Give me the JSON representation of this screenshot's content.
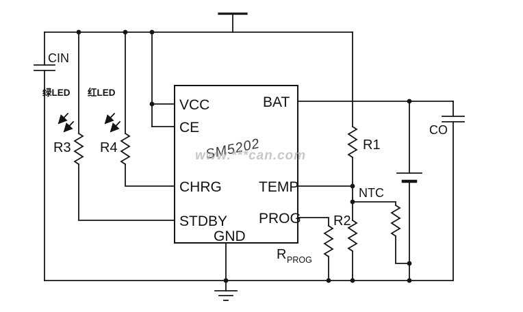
{
  "diagram": {
    "type": "battery-charger-circuit-schematic",
    "watermark": "www.***can.com",
    "ic": {
      "part_number": "SM5202",
      "pin_vcc": "VCC",
      "pin_ce": "CE",
      "pin_chrg": "CHRG",
      "pin_stdby": "STDBY",
      "pin_gnd": "GND",
      "pin_bat": "BAT",
      "pin_temp": "TEMP",
      "pin_prog": "PROG"
    },
    "components": {
      "cin": {
        "label": "CIN"
      },
      "co": {
        "label": "CO"
      },
      "r1": {
        "label": "R1"
      },
      "r2": {
        "label": "R2"
      },
      "r3": {
        "label": "R3"
      },
      "r4": {
        "label": "R4"
      },
      "rprog": {
        "label": "R",
        "subscript": "PROG"
      },
      "ntc": {
        "label": "NTC"
      },
      "led_green": {
        "label": "绿LED"
      },
      "led_red": {
        "label": "红LED"
      }
    }
  }
}
